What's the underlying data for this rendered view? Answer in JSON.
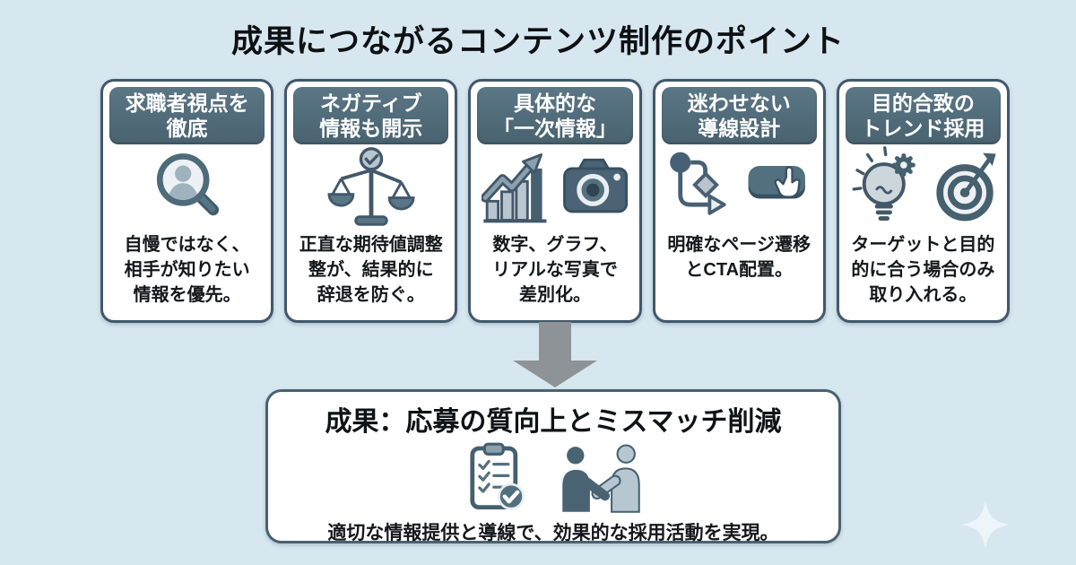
{
  "title": "成果につながるコンテンツ制作のポイント",
  "colors": {
    "background": "#d7e7f0",
    "card_border": "#42586a",
    "badge_bg": "#52707f",
    "icon_dark_slate": "#46606f",
    "icon_light_slate": "#b9c6cf",
    "arrow_gray": "#8e9397",
    "text": "#15181b"
  },
  "cards": [
    {
      "icon": "magnifier-person-icon",
      "header": "求職者視点を\n徹底",
      "body": "自慢ではなく、\n相手が知りたい\n情報を優先。"
    },
    {
      "icon": "balance-scale-icon",
      "header": "ネガティブ\n情報も開示",
      "body": "正直な期待値調整\n整が、結果的に\n辞退を防ぐ。"
    },
    {
      "icon": "chart-camera-icon",
      "header": "具体的な\n「一次情報」",
      "body": "数字、グラフ、\nリアルな写真で\n差別化。"
    },
    {
      "icon": "flowchart-cta-icon",
      "header": "迷わせない\n導線設計",
      "body": "明確なページ遷移\nとCTA配置。"
    },
    {
      "icon": "bulb-target-icon",
      "header": "目的合致の\nトレンド採用",
      "body": "ターゲットと目的\n的に合う場合のみ\n取り入れる。"
    }
  ],
  "result": {
    "title": "成果：応募の質向上とミスマッチ削減",
    "body": "適切な情報提供と導線で、効果的な採用活動を実現。",
    "icons": [
      "checklist-clipboard-icon",
      "handshake-icon"
    ]
  }
}
